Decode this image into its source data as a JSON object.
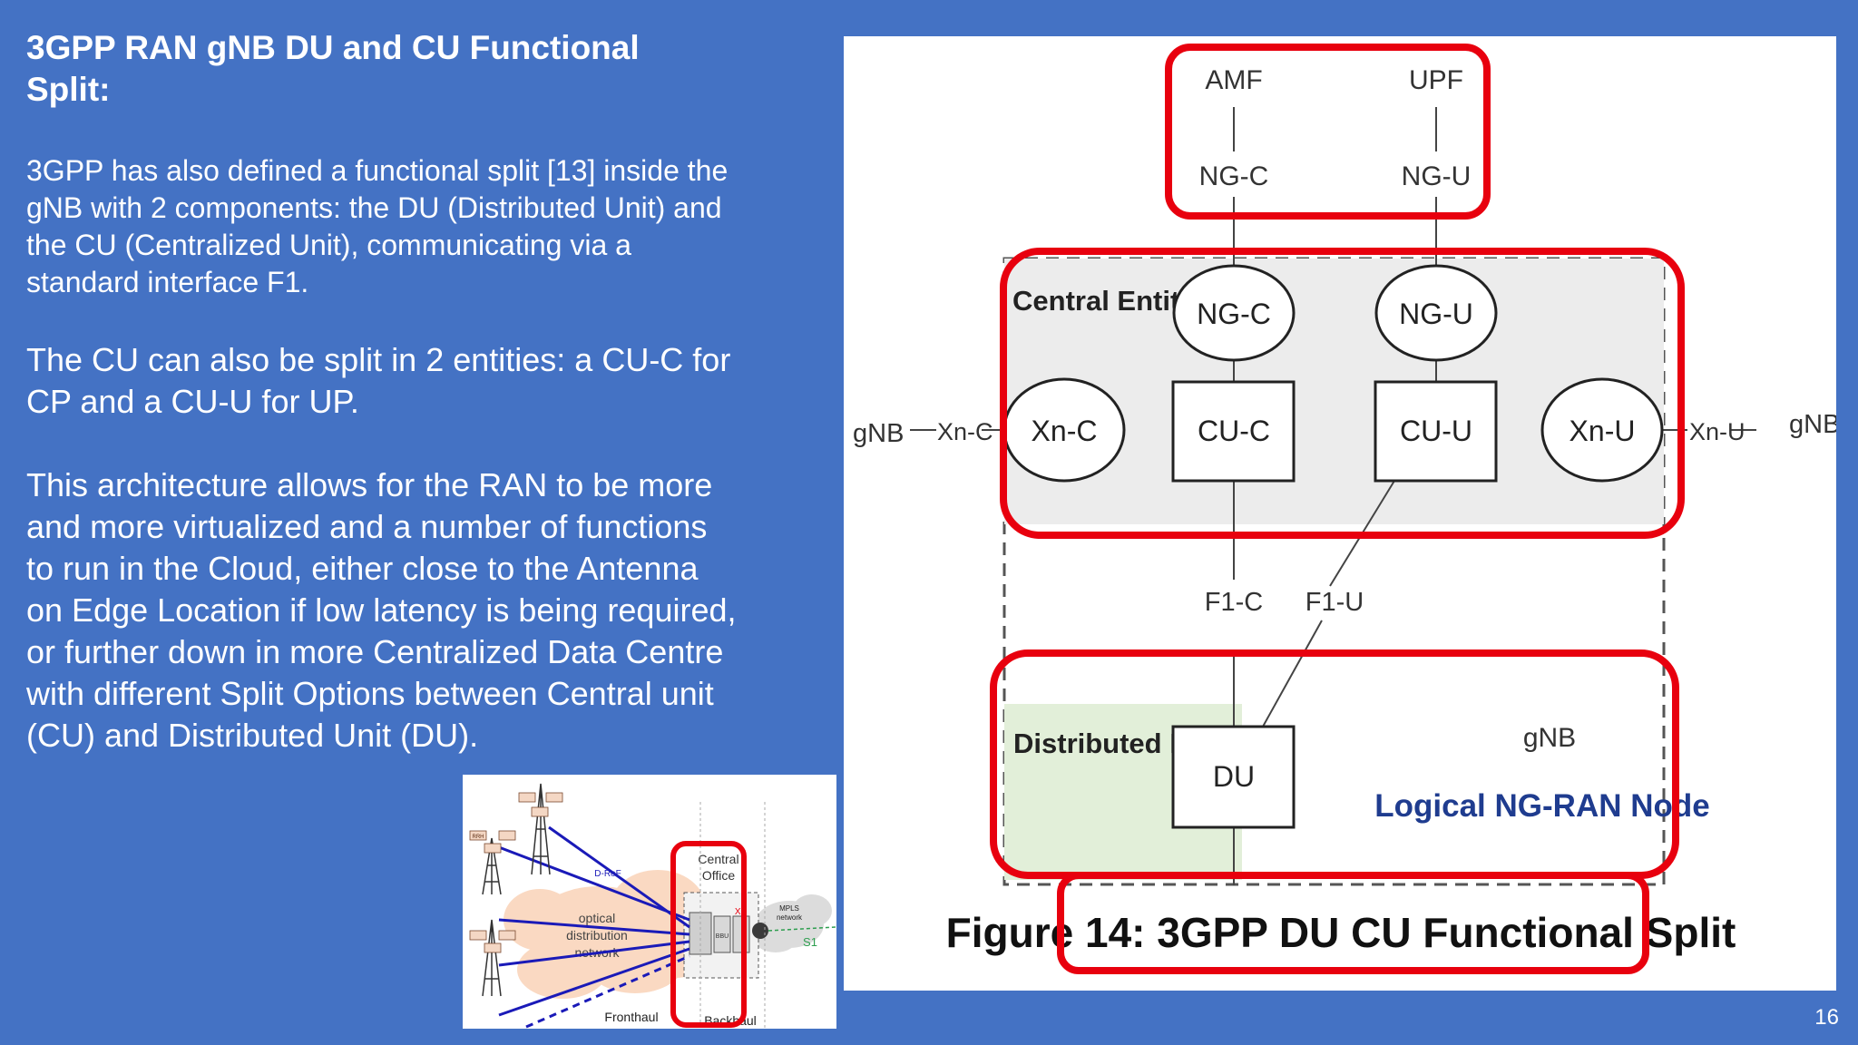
{
  "slide": {
    "title": "3GPP RAN gNB DU and CU Functional Split:",
    "paragraphs": [
      "3GPP has also defined a functional split [13] inside the gNB with 2 components: the DU (Distributed Unit) and the CU (Centralized Unit), communicating via a standard interface F1.",
      "The CU can also be split in 2 entities: a CU-C for CP and a CU-U for UP.",
      "This architecture allows for the RAN to be more and more virtualized and a number of functions to run in the Cloud, either close to the Antenna on Edge Location if low latency is being required, or further down in more Centralized Data Centre with different Split Options between Central unit (CU) and Distributed Unit (DU)."
    ],
    "page_number": "16"
  },
  "main_figure": {
    "core": {
      "amf": "AMF",
      "upf": "UPF",
      "ngc": "NG-C",
      "ngu": "NG-U"
    },
    "central_entity": {
      "label": "Central Entity",
      "ngc": "NG-C",
      "ngu": "NG-U",
      "xnc": "Xn-C",
      "cuc": "CU-C",
      "cuu": "CU-U",
      "xnu": "Xn-U"
    },
    "gnb_left": "gNB",
    "xnc_link": "Xn-C",
    "gnb_right": "gNB",
    "xnu_link": "Xn-U",
    "f1c": "F1-C",
    "f1u": "F1-U",
    "distributed_entity": {
      "label": "Distributed Entity",
      "du": "DU",
      "gnb": "gNB",
      "logical_node": "Logical NG-RAN Node"
    },
    "caption": "Figure 14: 3GPP DU CU Functional Split"
  },
  "fronthaul_figure": {
    "rrh": "RRH",
    "d_rof": "D-RoF",
    "cloud_label": [
      "optical",
      "distribution",
      "network"
    ],
    "central_office": [
      "Central",
      "Office"
    ],
    "x2": "X2",
    "bbu": "BBU",
    "mpls": [
      "MPLS",
      "network"
    ],
    "s1": "S1",
    "fronthaul": "Fronthaul",
    "backhaul": "Backhaul"
  },
  "colors": {
    "background": "#4472c4",
    "highlight_red": "#e8000e",
    "entity_fill": "#ececec",
    "du_fill": "#e2efd9",
    "logical_node_text": "#1f3c8f"
  }
}
